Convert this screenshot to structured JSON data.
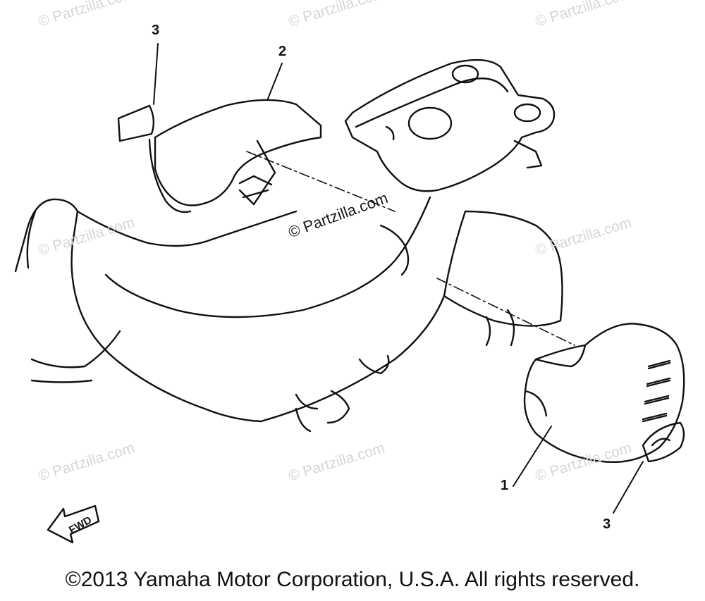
{
  "watermark": {
    "text": "© Partzilla.com",
    "center_text": "© Partzilla.com"
  },
  "callouts": {
    "part_1": "1",
    "part_2": "2",
    "part_3_top": "3",
    "part_3_bottom": "3"
  },
  "fwd_label": "FWD",
  "footer": {
    "copyright": "©2013 Yamaha Motor Corporation, U.S.A. All rights reserved."
  }
}
